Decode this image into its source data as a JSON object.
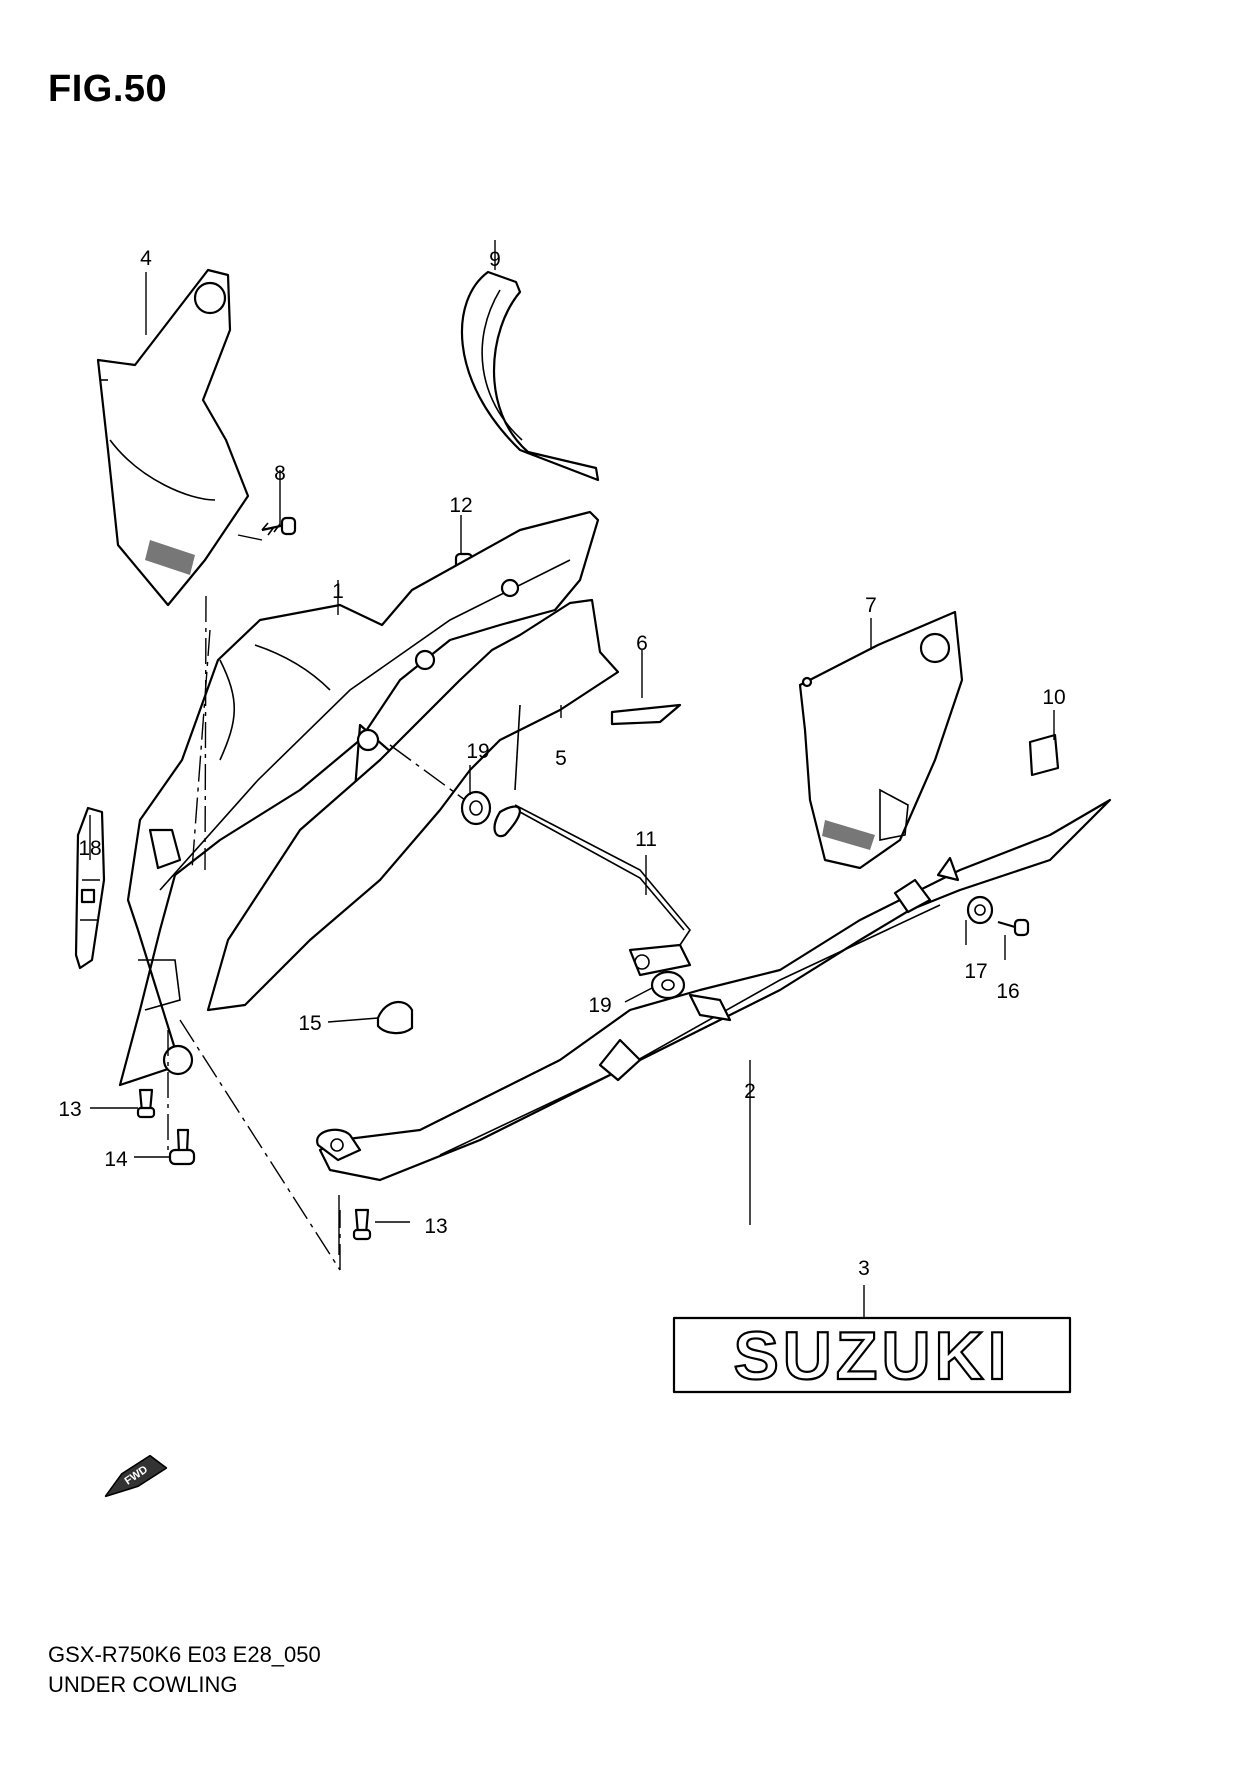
{
  "figure": {
    "title": "FIG.50",
    "model_code": "GSX-R750K6 E03 E28_050",
    "section_name": "UNDER COWLING"
  },
  "emblem": {
    "text": "SUZUKI"
  },
  "direction_marker": {
    "text": "FWD"
  },
  "callouts": [
    "1",
    "2",
    "3",
    "4",
    "5",
    "6",
    "7",
    "8",
    "9",
    "10",
    "11",
    "12",
    "13",
    "13",
    "14",
    "15",
    "16",
    "17",
    "18",
    "19",
    "19"
  ]
}
